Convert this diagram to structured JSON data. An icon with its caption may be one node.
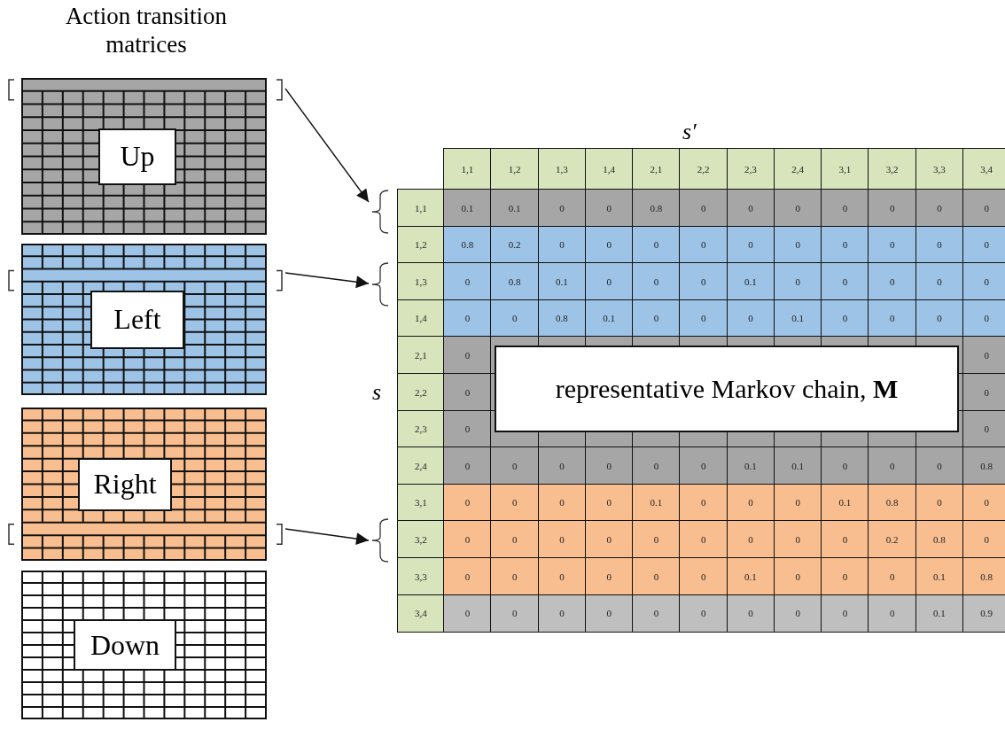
{
  "diagram": {
    "title": "Action transition matrices",
    "nodes": [
      {
        "text": [
          "Up"
        ]
      },
      {
        "text": [
          "Left"
        ]
      },
      {
        "text": [
          "Right"
        ]
      },
      {
        "text": [
          "Down"
        ]
      },
      {
        "text": [
          "representative Markov chain, **M**"
        ]
      },
      {
        "text": [],
        "shape": "brace"
      },
      {
        "text": [],
        "shape": "brace"
      },
      {
        "text": [],
        "shape": "brace"
      }
    ],
    "edges": [
      {
        "from": 0,
        "to": 5,
        "arrow": "to"
      },
      {
        "from": 1,
        "to": 6,
        "arrow": "to"
      },
      {
        "from": 2,
        "to": 7,
        "arrow": "to"
      }
    ],
    "labels": [
      "s′",
      "1,1",
      "1,2",
      "1,3",
      "1,4",
      "2,1",
      "2,2",
      "2,3",
      "2,4",
      "3,1",
      "3,2",
      "3,3",
      "3,4",
      "1,1",
      "0.1",
      "0.1",
      "0",
      "0",
      "0.8",
      "0",
      "0",
      "0",
      "0",
      "0",
      "0",
      "0",
      "1,2",
      "0.8",
      "0.2",
      "0",
      "0",
      "0",
      "0",
      "0",
      "0",
      "0",
      "0",
      "0",
      "0",
      "1,3",
      "0",
      "0.8",
      "0.1",
      "0",
      "0",
      "0",
      "0.1",
      "0",
      "0",
      "0",
      "0",
      "0",
      "1,4",
      "0",
      "0",
      "0.8",
      "0.1",
      "0",
      "0",
      "0",
      "0.1",
      "0",
      "0",
      "0",
      "0",
      "2,1",
      "0",
      "0",
      "2,2",
      "0",
      "0",
      "2,3",
      "0",
      "0",
      "2,4",
      "0",
      "0",
      "0",
      "0",
      "0",
      "0",
      "0.1",
      "0.1",
      "0",
      "0",
      "0",
      "0.8",
      "3,1",
      "0",
      "0",
      "0",
      "0",
      "0.1",
      "0",
      "0",
      "0",
      "0.1",
      "0.8",
      "0",
      "0",
      "3,2",
      "0",
      "0",
      "0",
      "0",
      "0",
      "0",
      "0",
      "0",
      "0",
      "0.2",
      "0.8",
      "0",
      "3,3",
      "0",
      "0",
      "0",
      "0",
      "0",
      "0",
      "0.1",
      "0",
      "0",
      "0",
      "0.1",
      "0.8",
      "3,4",
      "0",
      "0",
      "0",
      "0",
      "0",
      "0",
      "0",
      "0",
      "0",
      "0",
      "0.1",
      "0.9",
      "s"
    ]
  }
}
